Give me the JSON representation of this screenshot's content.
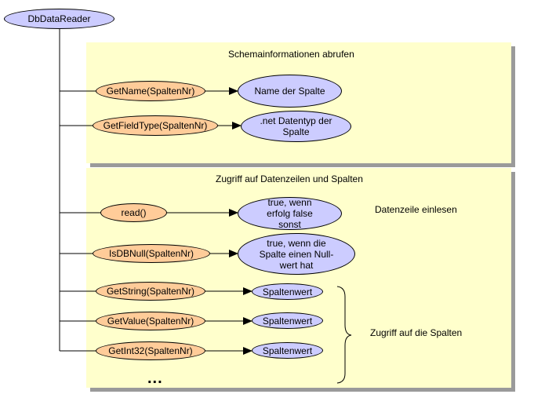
{
  "root": {
    "label": "DbDataReader"
  },
  "schema_section": {
    "title": "Schemainformationen abrufen",
    "methods": [
      {
        "label": "GetName(SpaltenNr)",
        "result": "Name der Spalte"
      },
      {
        "label": "GetFieldType(SpaltenNr)",
        "result": ".net Datentyp der Spalte"
      }
    ]
  },
  "data_section": {
    "title": "Zugriff auf Datenzeilen und Spalten",
    "methods": [
      {
        "label": "read()",
        "result": "true, wenn erfolg false sonst",
        "note": "Datenzeile einlesen"
      },
      {
        "label": "IsDBNull(SpaltenNr)",
        "result": "true, wenn die Spalte einen Null- wert hat"
      },
      {
        "label": "GetString(SpaltenNr)",
        "result": "Spaltenwert"
      },
      {
        "label": "GetValue(SpaltenNr)",
        "result": "Spaltenwert"
      },
      {
        "label": "GetInt32(SpaltenNr)",
        "result": "Spaltenwert"
      }
    ],
    "group_note": "Zugriff auf die Spalten",
    "ellipsis": "..."
  }
}
